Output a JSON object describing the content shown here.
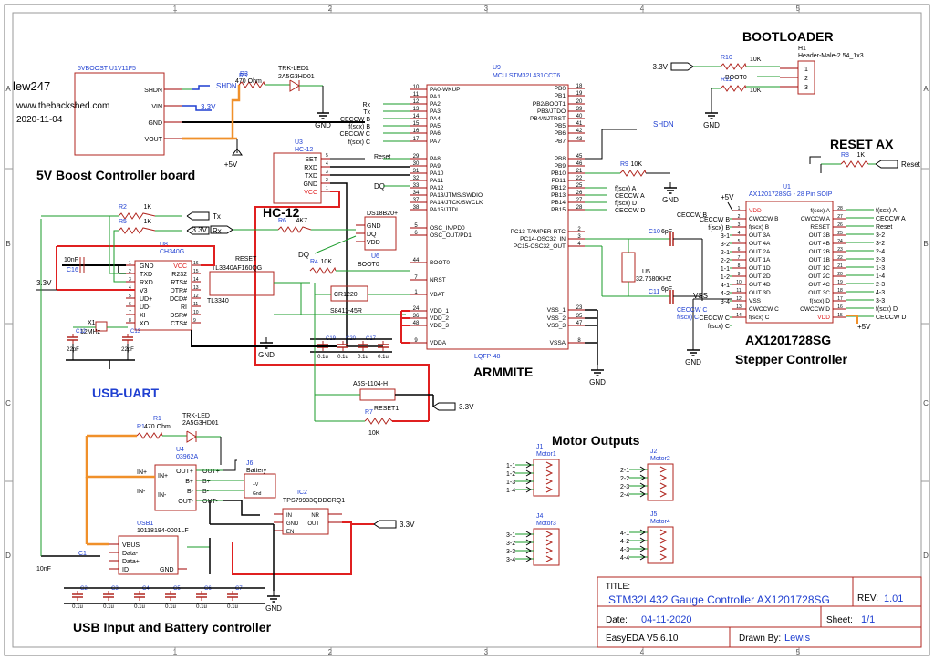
{
  "author": {
    "name": "lew247",
    "site": "www.thebackshed.com",
    "date": "2020-11-04"
  },
  "sections": {
    "boost": "5V Boost Controller board",
    "uart": "USB-UART",
    "hc12": "HC-12",
    "armmite": "ARMMITE",
    "bootloader": "BOOTLOADER",
    "reset": "RESET AX",
    "stepper_chip": "AX1201728SG",
    "stepper": "Stepper Controller",
    "motors": "Motor Outputs",
    "usb_batt": "USB Input and Battery controller"
  },
  "border": {
    "cols": [
      "1",
      "2",
      "3",
      "4",
      "5"
    ],
    "rows": [
      "A",
      "B",
      "C",
      "D"
    ]
  },
  "parts": {
    "boost": {
      "name": "5VBOOST  U1V11F5",
      "pins": [
        "SHDN",
        "VIN",
        "GND",
        "VOUT"
      ]
    },
    "r3": {
      "ref": "R3",
      "val": "470 Ohm"
    },
    "led1": {
      "ref": "TRK-LED1",
      "val": "2A5G3HD01"
    },
    "mcu": {
      "ref": "U9",
      "val": "MCU STM32L431CCT6",
      "pkg": "LQFP-48",
      "left": [
        [
          "10",
          "PA0-WKUP"
        ],
        [
          "11",
          "PA1"
        ],
        [
          "12",
          "PA2"
        ],
        [
          "13",
          "PA3"
        ],
        [
          "14",
          "PA4"
        ],
        [
          "15",
          "PA5"
        ],
        [
          "16",
          "PA6"
        ],
        [
          "17",
          "PA7"
        ],
        [
          "29",
          "PA8"
        ],
        [
          "30",
          "PA9"
        ],
        [
          "31",
          "PA10"
        ],
        [
          "32",
          "PA11"
        ],
        [
          "33",
          "PA12"
        ],
        [
          "34",
          "PA13/JTMS/SWDIO"
        ],
        [
          "37",
          "PA14/JTCK/SWCLK"
        ],
        [
          "38",
          "PA15/JTDI"
        ],
        [
          "5",
          "OSC_IN/PD0"
        ],
        [
          "6",
          "OSC_OUT/PD1"
        ],
        [
          "44",
          "BOOT0"
        ],
        [
          "7",
          "NRST"
        ],
        [
          "1",
          "VBAT"
        ],
        [
          "24",
          "VDD_1"
        ],
        [
          "36",
          "VDD_2"
        ],
        [
          "48",
          "VDD_3"
        ],
        [
          "9",
          "VDDA"
        ]
      ],
      "right": [
        [
          "18",
          "PB0"
        ],
        [
          "19",
          "PB1"
        ],
        [
          "20",
          "PB2/BOOT1"
        ],
        [
          "39",
          "PB3/JTDO"
        ],
        [
          "40",
          "PB4/NJTRST"
        ],
        [
          "41",
          "PB5"
        ],
        [
          "42",
          "PB6"
        ],
        [
          "43",
          "PB7"
        ],
        [
          "45",
          "PB8"
        ],
        [
          "46",
          "PB9"
        ],
        [
          "21",
          "PB10"
        ],
        [
          "22",
          "PB11"
        ],
        [
          "25",
          "PB12"
        ],
        [
          "26",
          "PB13"
        ],
        [
          "27",
          "PB14"
        ],
        [
          "28",
          "PB15"
        ],
        [
          "2",
          "PC13-TAMPER-RTC"
        ],
        [
          "3",
          "PC14-OSC32_IN"
        ],
        [
          "4",
          "PC15-OSC32_OUT"
        ],
        [
          "23",
          "VSS_1"
        ],
        [
          "35",
          "VSS_2"
        ],
        [
          "47",
          "VSS_3"
        ],
        [
          "8",
          "VSSA"
        ]
      ]
    },
    "u3": {
      "ref": "U3",
      "val": "HC-12",
      "pins": [
        "SET",
        "RXD",
        "TXD",
        "GND",
        "VCC"
      ],
      "nums": [
        "5",
        "4",
        "3",
        "2",
        "1"
      ]
    },
    "u8": {
      "ref": "U8",
      "val": "CH340G",
      "left": [
        [
          "1",
          "GND"
        ],
        [
          "2",
          "TXD"
        ],
        [
          "3",
          "RXD"
        ],
        [
          "4",
          "V3"
        ],
        [
          "5",
          "UD+"
        ],
        [
          "6",
          "UD-"
        ],
        [
          "7",
          "XI"
        ],
        [
          "8",
          "XO"
        ]
      ],
      "right": [
        [
          "16",
          "VCC"
        ],
        [
          "15",
          "R232"
        ],
        [
          "14",
          "RTS#"
        ],
        [
          "13",
          "DTR#"
        ],
        [
          "12",
          "DCD#"
        ],
        [
          "11",
          "RI"
        ],
        [
          "10",
          "DSR#"
        ],
        [
          "9",
          "CTS#"
        ]
      ]
    },
    "u6": {
      "ref": "U6",
      "val": "DS18B20+",
      "pins": [
        "GND",
        "DQ",
        "VDD"
      ]
    },
    "reset_btn": {
      "ref": "RESET",
      "val": "TL3340AF160QG",
      "sub": "TL3340"
    },
    "cr1220": {
      "ref": "CR1220",
      "val": "S8411-45R"
    },
    "reset1": {
      "ref": "RESET1",
      "val": "A6S-1104-H"
    },
    "x1": {
      "ref": "X1",
      "val": "12MHz"
    },
    "c12": {
      "ref": "C12",
      "val": "22pF"
    },
    "c13": {
      "ref": "C13",
      "val": "22pF"
    },
    "c16": {
      "ref": "C16",
      "val": "10nF"
    },
    "r2": {
      "ref": "R2",
      "val": "1K"
    },
    "r5": {
      "ref": "R5",
      "val": "1K"
    },
    "r6": {
      "ref": "R6",
      "val": "4K7"
    },
    "r4": {
      "ref": "R4",
      "val": "10K"
    },
    "r7": {
      "ref": "R7",
      "val": "10K"
    },
    "r9": {
      "ref": "R9",
      "val": "10K"
    },
    "r8": {
      "ref": "R8",
      "val": "1K"
    },
    "r10": {
      "ref": "R10",
      "val": "10K"
    },
    "r11": {
      "ref": "R11",
      "val": "10K"
    },
    "r1": {
      "ref": "R1",
      "val": "470 Ohm"
    },
    "caps_mid": [
      {
        "ref": "C19",
        "val": "0.1u"
      },
      {
        "ref": "C20",
        "val": "0.1u"
      },
      {
        "ref": "C17",
        "val": "0.1u"
      },
      {
        "ref": "",
        "val": "0.1u"
      }
    ],
    "x2": {
      "ref": "U5",
      "val": "32.7680KHZ"
    },
    "c10": {
      "ref": "C10",
      "val": "6pF"
    },
    "c11": {
      "ref": "C11",
      "val": "6pF"
    },
    "h1": {
      "ref": "H1",
      "val": "Header-Male-2.54_1x3",
      "pins": [
        "1",
        "2",
        "3"
      ]
    },
    "u1": {
      "ref": "U1",
      "val": "AX1201728SG - 28 Pin SOIP",
      "left": [
        [
          "1",
          "VDD"
        ],
        [
          "2",
          "CWCCW B"
        ],
        [
          "3",
          "f(scx) B"
        ],
        [
          "4",
          "OUT 3A"
        ],
        [
          "5",
          "OUT 4A"
        ],
        [
          "6",
          "OUT 2A"
        ],
        [
          "7",
          "OUT 1A"
        ],
        [
          "8",
          "OUT 1D"
        ],
        [
          "9",
          "OUT 2D"
        ],
        [
          "10",
          "OUT 4D"
        ],
        [
          "11",
          "OUT 3D"
        ],
        [
          "12",
          "VSS"
        ],
        [
          "13",
          "CWCCW C"
        ],
        [
          "14",
          "f(scx) C"
        ]
      ],
      "right": [
        [
          "28",
          "f(scx) A"
        ],
        [
          "27",
          "CWCCW A"
        ],
        [
          "26",
          "RESET"
        ],
        [
          "25",
          "OUT 3B"
        ],
        [
          "24",
          "OUT 4B"
        ],
        [
          "23",
          "OUT 2B"
        ],
        [
          "22",
          "OUT 1B"
        ],
        [
          "21",
          "OUT 1C"
        ],
        [
          "20",
          "OUT 2C"
        ],
        [
          "19",
          "OUT 4C"
        ],
        [
          "18",
          "OUT 3C"
        ],
        [
          "17",
          "f(scx) D"
        ],
        [
          "16",
          "CWCCW D"
        ],
        [
          "15",
          "VDD"
        ]
      ],
      "leftnets": [
        "+5V",
        "CECCW B",
        "f(scx) B",
        "3-1",
        "3-2",
        "2-1",
        "2-2",
        "1-1",
        "1-2",
        "4-1",
        "4-2",
        "3-4",
        "VSS",
        "CECCW C",
        "f(scx) C"
      ],
      "rightnets": [
        "f(scx) A",
        "CECCW A",
        "Reset",
        "3-2",
        "3-2",
        "2-4",
        "2-3",
        "1-3",
        "1-4",
        "2-3",
        "4-3",
        "3-3",
        "f(scx) D",
        "CECCW D"
      ]
    },
    "j1": {
      "ref": "J1",
      "val": "Motor1",
      "nets": [
        "1-1",
        "1-2",
        "1-3",
        "1-4"
      ]
    },
    "j2": {
      "ref": "J2",
      "val": "Motor2",
      "nets": [
        "2-1",
        "2-2",
        "2-3",
        "2-4"
      ]
    },
    "j4": {
      "ref": "J4",
      "val": "Motor3",
      "nets": [
        "3-1",
        "3-2",
        "3-3",
        "3-4"
      ]
    },
    "j5": {
      "ref": "J5",
      "val": "Motor4",
      "nets": [
        "4-1",
        "4-2",
        "4-3",
        "4-4"
      ]
    },
    "led2": {
      "ref": "TRK-LED",
      "val": "2A5G3HD01"
    },
    "u4": {
      "ref": "U4",
      "val": "03962A",
      "pins_l": [
        "IN+",
        "IN-"
      ],
      "pins_r": [
        "OUT+",
        "B+",
        "B-",
        "OUT-"
      ]
    },
    "j6": {
      "ref": "J6",
      "val": "Battery",
      "pins": [
        "+V",
        "Gnd"
      ]
    },
    "ic2": {
      "ref": "IC2",
      "val": "TPS79933QDDCRQ1",
      "pins": [
        "IN",
        "GND",
        "EN",
        "NR",
        "OUT"
      ],
      "nums": [
        "1",
        "2",
        "3",
        "4",
        "5"
      ]
    },
    "usb1": {
      "ref": "USB1",
      "val": "10118194-0001LF",
      "pins": [
        "VBUS",
        "Data-",
        "Data+",
        "ID",
        "GND"
      ],
      "nums": [
        "1",
        "2",
        "3",
        "4",
        "5"
      ]
    },
    "c1": {
      "ref": "C1",
      "val": "10nF"
    },
    "bottom_caps": [
      {
        "ref": "C2",
        "val": "0.1u"
      },
      {
        "ref": "C3",
        "val": "0.1u"
      },
      {
        "ref": "C4",
        "val": "0.1u"
      },
      {
        "ref": "C5",
        "val": "0.1u"
      },
      {
        "ref": "C6",
        "val": "0.1u"
      },
      {
        "ref": "C7",
        "val": "0.1u"
      }
    ]
  },
  "nets": {
    "shdn": "SHDN",
    "v33": "3.3V",
    "v5": "+5V",
    "gnd": "GND",
    "rx": "Rx",
    "tx": "Tx",
    "reset": "Reset",
    "dq": "DQ",
    "boot0": "BOOT0",
    "fscx": "f(scx)",
    "cecw": "CECCW",
    "cecw_c": "CECCW C",
    "fscx_c": "f(scx) C",
    "cecw_b": "CECCW B",
    "cecw_a": "CECCW A",
    "cecw_d": "CECCW D",
    "fscx_b": "f(scx) B",
    "fscx_a": "f(scx) A",
    "fscx_d": "f(scx) D",
    "v33_2": "3.3V"
  },
  "title_block": {
    "title_label": "TITLE:",
    "title": "STM32L432 Gauge Controller AX1201728SG",
    "rev_label": "REV:",
    "rev": "1.01",
    "date_label": "Date:",
    "date": "04-11-2020",
    "sheet_label": "Sheet:",
    "sheet": "1/1",
    "tool": "EasyEDA V5.6.10",
    "drawn_label": "Drawn By:",
    "drawn": "Lewis"
  },
  "colors": {
    "wire": "#1a9b2a",
    "part": "#b0261f",
    "pin": "#a00000",
    "gnd": "#000",
    "net_blue": "#1f3fd1",
    "orange": "#f0902a",
    "red_thick": "#e02020"
  }
}
